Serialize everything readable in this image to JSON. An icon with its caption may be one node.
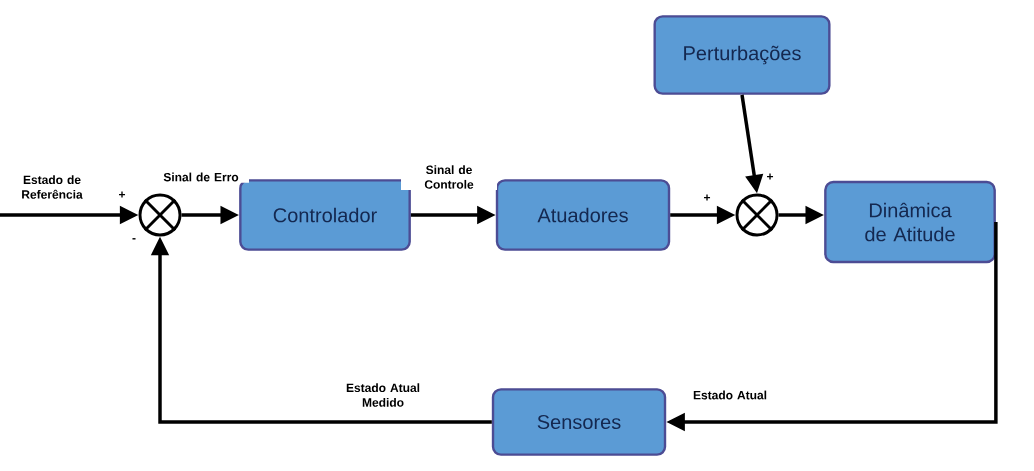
{
  "diagram": {
    "nodes": [
      {
        "text": [],
        "shape": "circle"
      },
      {
        "text": [
          "Controlador"
        ]
      },
      {
        "text": [
          "Atuadores"
        ]
      },
      {
        "text": [
          "Perturbações"
        ]
      },
      {
        "text": [],
        "shape": "circle"
      },
      {
        "text": [
          "Dinâmica de Atitude"
        ]
      },
      {
        "text": [
          "Sensores"
        ]
      }
    ],
    "edges": [
      {
        "from": null,
        "to": 0,
        "arrow": "to",
        "label": "Estado de Referência"
      },
      {
        "from": 0,
        "to": 1,
        "arrow": "to",
        "label": "Sinal de Erro"
      },
      {
        "from": 1,
        "to": 2,
        "arrow": "to",
        "label": "Sinal de Controle"
      },
      {
        "from": 2,
        "to": 4,
        "arrow": "to"
      },
      {
        "from": 3,
        "to": 4,
        "arrow": "to"
      },
      {
        "from": 4,
        "to": 5,
        "arrow": "to"
      },
      {
        "from": 5,
        "to": 6,
        "arrow": "to",
        "label": "Estado Atual"
      },
      {
        "from": 6,
        "to": 0,
        "arrow": "to",
        "label": "Estado Atual Medido"
      }
    ],
    "labels": [
      "+",
      "-",
      "+",
      "+"
    ]
  }
}
